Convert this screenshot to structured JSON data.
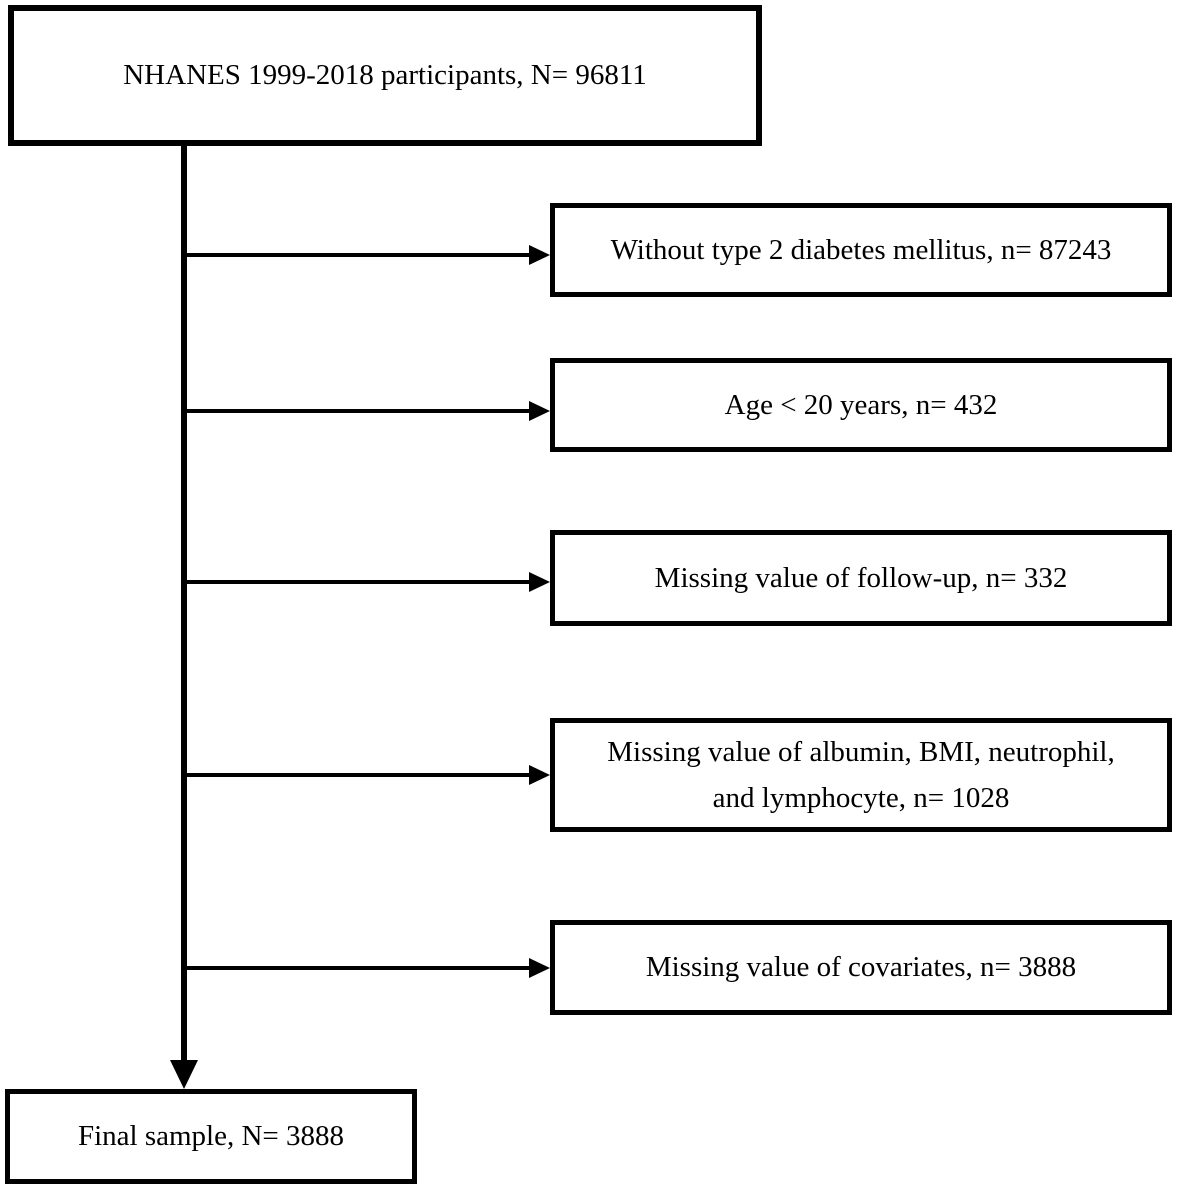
{
  "diagram": {
    "type": "flowchart",
    "top_box": {
      "label": "NHANES 1999-2018 participants, N= 96811"
    },
    "exclusion_boxes": [
      {
        "label": "Without type 2 diabetes mellitus, n= 87243"
      },
      {
        "label": "Age < 20 years, n= 432"
      },
      {
        "label": "Missing value of follow-up, n= 332"
      },
      {
        "label": "Missing value of albumin, BMI, neutrophil, and lymphocyte, n= 1028"
      },
      {
        "label": "Missing value of covariates, n= 3888"
      }
    ],
    "final_box": {
      "label": "Final sample, N= 3888"
    },
    "colors": {
      "background": "#ffffff",
      "border": "#000000",
      "line": "#000000",
      "text": "#000000"
    }
  }
}
